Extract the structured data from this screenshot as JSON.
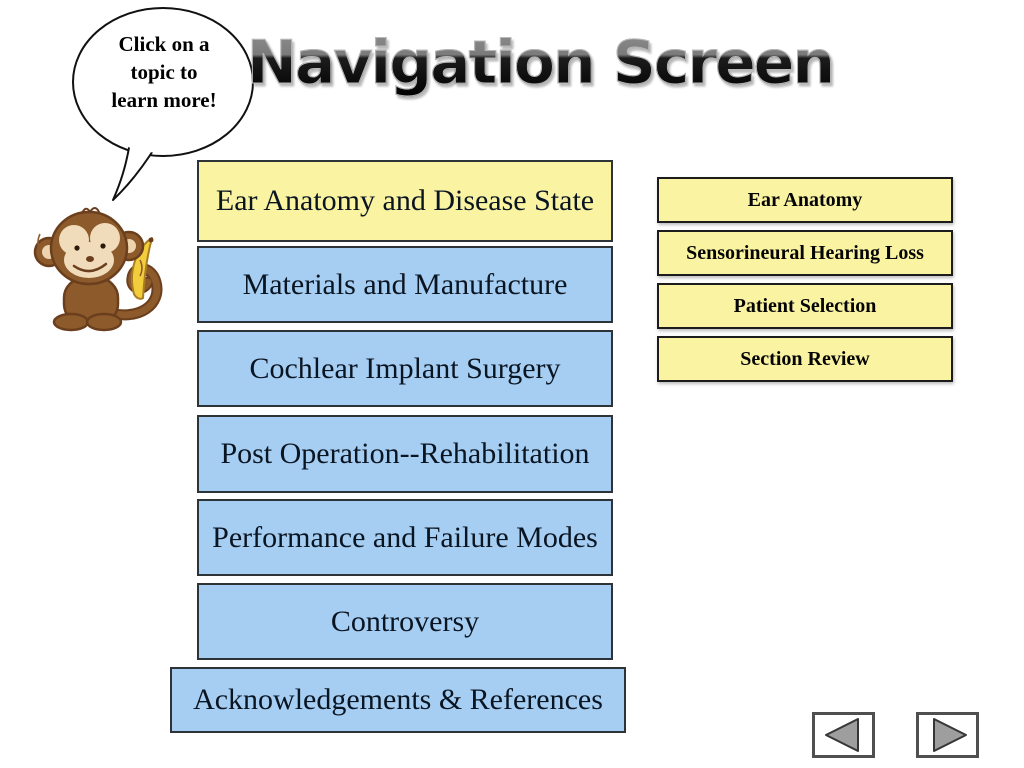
{
  "title": "Navigation Screen",
  "speech_bubble": {
    "lines": [
      "Click on a",
      "topic to",
      "learn more!"
    ]
  },
  "main_nav": {
    "items": [
      "Ear Anatomy and Disease State",
      "Materials and Manufacture",
      "Cochlear Implant Surgery",
      "Post Operation--Rehabilitation",
      "Performance and Failure Modes",
      "Controversy",
      "Acknowledgements & References"
    ]
  },
  "sub_nav": {
    "items": [
      "Ear Anatomy",
      "Sensorineural Hearing Loss",
      "Patient Selection",
      "Section Review"
    ]
  },
  "icons": {
    "mascot": "monkey-with-banana-illustration",
    "back": "left-arrow-icon",
    "forward": "right-arrow-icon"
  },
  "colors": {
    "highlight_yellow": "#FAF3A2",
    "nav_blue": "#A6CDF2",
    "button_border": "#2e3338",
    "text_dark": "#0a1522",
    "arrow_gray": "#9e9e9e",
    "arrow_outline": "#363636"
  }
}
